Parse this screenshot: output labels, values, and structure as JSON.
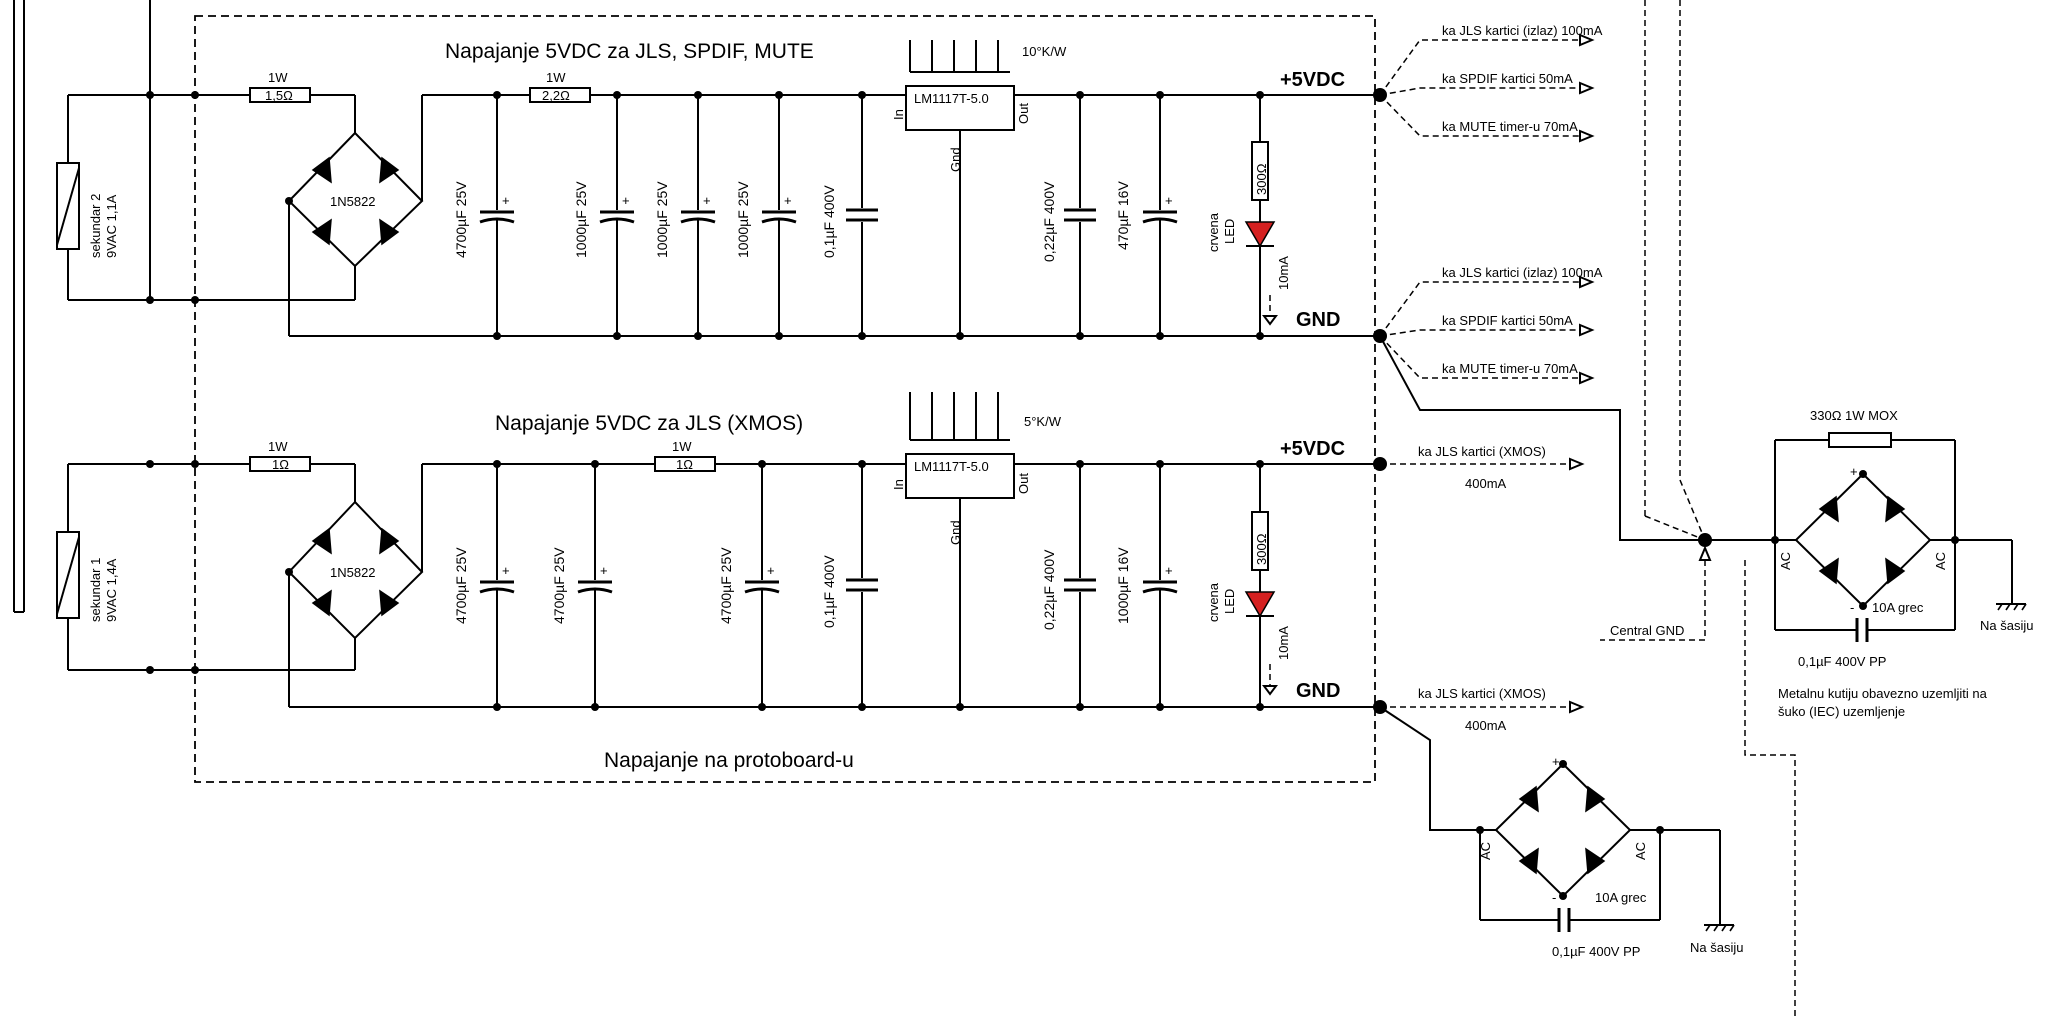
{
  "block1": {
    "title": "Napajanje 5VDC za JLS, SPDIF, MUTE",
    "heatsink": "10°K/W",
    "secondary": [
      "sekundar 2",
      "9VAC 1,1A"
    ],
    "r_in_power": "1W",
    "r_in_value": "1,5Ω",
    "bridge": "1N5822",
    "r_mid_power": "1W",
    "r_mid_value": "2,2Ω",
    "caps": [
      "4700µF 25V",
      "1000µF 25V",
      "1000µF 25V",
      "1000µF 25V",
      "0,1µF 400V"
    ],
    "regulator": "LM1117T-5.0",
    "reg_in": "In",
    "reg_out": "Out",
    "reg_gnd": "Gnd",
    "out_caps": [
      "0,22µF 400V",
      "470µF 16V"
    ],
    "led_r": "300Ω",
    "led_label": [
      "crvena",
      "LED"
    ],
    "led_current": "10mA",
    "rail_plus": "+5VDC",
    "rail_gnd": "GND",
    "loads_plus": [
      "ka JLS kartici (izlaz) 100mA",
      "ka SPDIF kartici 50mA",
      "ka MUTE timer-u 70mA"
    ],
    "loads_gnd": [
      "ka JLS kartici (izlaz) 100mA",
      "ka SPDIF kartici 50mA",
      "ka MUTE timer-u 70mA"
    ]
  },
  "block2": {
    "title": "Napajanje 5VDC za JLS (XMOS)",
    "heatsink": "5°K/W",
    "secondary": [
      "sekundar 1",
      "9VAC 1,4A"
    ],
    "r_in_power": "1W",
    "r_in_value": "1Ω",
    "bridge": "1N5822",
    "r_mid_power": "1W",
    "r_mid_value": "1Ω",
    "caps": [
      "4700µF 25V",
      "4700µF 25V",
      "4700µF 25V",
      "0,1µF 400V"
    ],
    "regulator": "LM1117T-5.0",
    "reg_in": "In",
    "reg_out": "Out",
    "reg_gnd": "Gnd",
    "out_caps": [
      "0,22µF 400V",
      "1000µF 16V"
    ],
    "led_r": "300Ω",
    "led_label": [
      "crvena",
      "LED"
    ],
    "led_current": "10mA",
    "rail_plus": "+5VDC",
    "rail_gnd": "GND",
    "load_plus": [
      "ka JLS kartici (XMOS)",
      "400mA"
    ],
    "load_gnd": [
      "ka JLS kartici (XMOS)",
      "400mA"
    ]
  },
  "protoboard_label": "Napajanje na protoboard-u",
  "central_gnd": "Central GND",
  "ground_bridge_main": {
    "resistor": "330Ω 1W MOX",
    "plus": "+",
    "minus": "-",
    "ac_left": "AC",
    "ac_right": "AC",
    "rating": "10A grec",
    "cap": "0,1µF 400V PP",
    "chassis": "Na šasiju",
    "note": [
      "Metalnu kutiju obavezno  uzemljiti na",
      "šuko (IEC) uzemljenje"
    ]
  },
  "ground_bridge_xmos": {
    "plus": "+",
    "minus": "-",
    "ac_left": "AC",
    "ac_right": "AC",
    "rating": "10A grec",
    "cap": "0,1µF 400V PP",
    "chassis": "Na šasiju"
  }
}
